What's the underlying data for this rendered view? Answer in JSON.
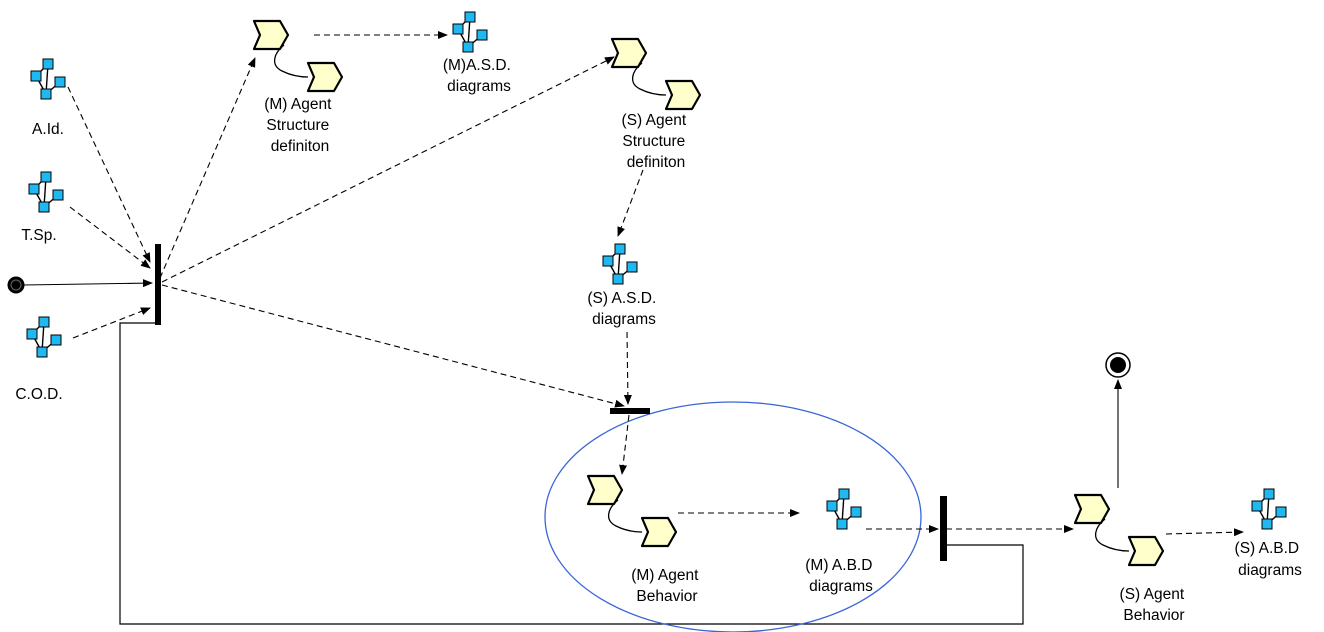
{
  "labels": {
    "aid": "A.Id.",
    "tsp": "T.Sp.",
    "cod": "C.O.D.",
    "m_struct": [
      "(M) Agent",
      "Structure",
      "definiton"
    ],
    "m_asd": [
      "(M)A.S.D.",
      "diagrams"
    ],
    "s_struct": [
      "(S) Agent",
      "Structure",
      "definiton"
    ],
    "s_asd": [
      "(S) A.S.D.",
      "diagrams"
    ],
    "m_behavior": [
      "(M) Agent",
      "Behavior"
    ],
    "m_abd": [
      "(M) A.B.D",
      "diagrams"
    ],
    "s_behavior": [
      "(S) Agent",
      "Behavior"
    ],
    "s_abd": [
      "(S) A.B.D",
      "diagrams"
    ]
  },
  "colors": {
    "activity_fill": "#ffffcc",
    "artifact_node": "#1fb8f0",
    "ellipse_stroke": "#3a66d6",
    "line": "#000000"
  },
  "icons": {
    "activity": "workdefinition-icon",
    "artifact": "document-diagram-icon"
  }
}
